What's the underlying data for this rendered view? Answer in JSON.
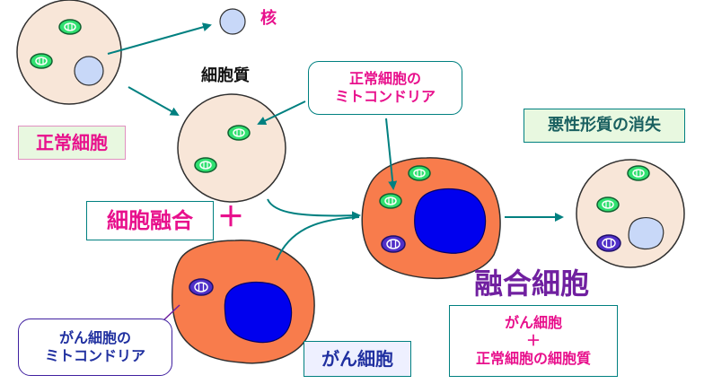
{
  "labels": {
    "nucleus": "核",
    "cytoplasm": "細胞質",
    "normal_cell": "正常細胞",
    "normal_mito_line1": "正常細胞の",
    "normal_mito_line2": "ミトコンドリア",
    "cell_fusion": "細胞融合",
    "plus": "＋",
    "loss_of_malignancy": "悪性形質の消失",
    "fused_cell": "融合細胞",
    "fused_desc_line1": "がん細胞",
    "fused_desc_line2": "＋",
    "fused_desc_line3": "正常細胞の細胞質",
    "cancer_mito_line1": "がん細胞の",
    "cancer_mito_line2": "ミトコンドリア",
    "cancer_cell": "がん細胞"
  },
  "colors": {
    "normal_cytoplasm": "#f8e6d8",
    "cancer_cytoplasm": "#f87c4c",
    "cancer_nucleus": "#0000ee",
    "normal_nucleus": "#c8d8f8",
    "normal_mito": "#30e070",
    "cancer_mito": "#5030c8",
    "arrow": "#008080",
    "magenta_text": "#e8108c",
    "purple_text": "#7020a0",
    "box_border": "#008080",
    "box_fill_green": "#e8f8e0",
    "box_fill_blue": "#eef0ff"
  }
}
